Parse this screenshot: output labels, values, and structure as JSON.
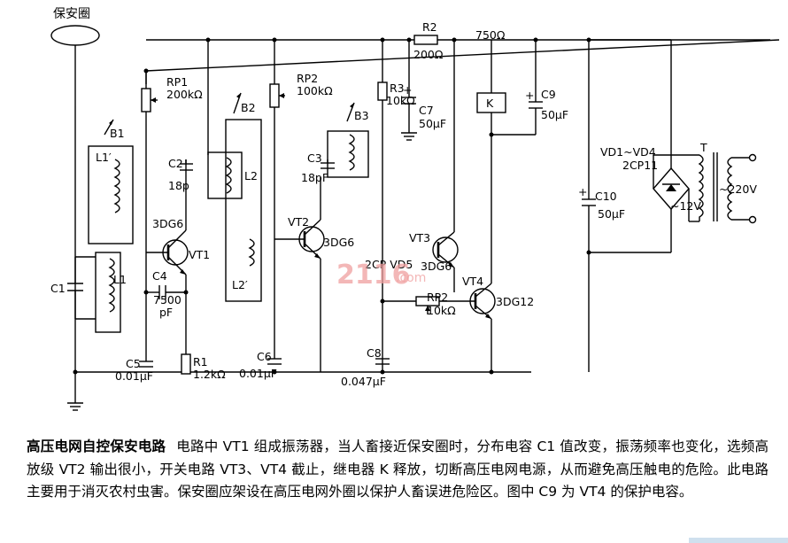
{
  "labels": {
    "guard_ring": "保安圈",
    "rp1": "RP1",
    "rp1_val": "200kΩ",
    "b1": "B1",
    "l1p": "L1′",
    "b2": "B2",
    "c2": "C2",
    "c2_val": "18p",
    "l2": "L2",
    "l2p": "L2′",
    "rp2": "RP2",
    "rp2_val": "100kΩ",
    "b3": "B3",
    "c3": "C3",
    "c3_val": "18pF",
    "vt1_type": "3DG6",
    "vt1": "VT1",
    "c1": "C1",
    "l1": "L1",
    "c4": "C4",
    "c4_val1": "7500",
    "c4_val2": "pF",
    "vt2": "VT2",
    "vt2_type": "3DG6",
    "r2": "R2",
    "r2_val": "200Ω",
    "r3": "R3",
    "r3_val": "10kΩ",
    "c7": "C7",
    "c7_val": "50μF",
    "relay_res": "750Ω",
    "k": "K",
    "c9": "C9",
    "c9_val": "50μF",
    "c9_plus": "+",
    "c7_plus": "+",
    "vd": "VD1~VD4",
    "vd_type": "2CP11",
    "t": "T",
    "v220": "~220V",
    "v12": "~12V",
    "c10": "C10",
    "c10_val": "50μF",
    "c10_plus": "+",
    "vt3": "VT3",
    "vt3_type": "3DG6",
    "vd5": "2CP VD5",
    "rp2b": "RP2",
    "rp2b_val": "10kΩ",
    "vt4": "VT4",
    "vt4_type": "3DG12",
    "c5": "C5",
    "c5_val": "0.01μF",
    "r1": "R1",
    "r1_val": "1.2kΩ",
    "c6": "C6",
    "c6_val": "0.01μF",
    "c8": "C8",
    "c8_val": "0.047μF",
    "watermark": "2116",
    "watermark_sub": ".com"
  },
  "caption": {
    "title": "高压电网自控保安电路",
    "body": "电路中 VT1 组成振荡器，当人畜接近保安圈时，分布电容 C1 值改变，振荡频率也变化，选频高放级 VT2 输出很小，开关电路 VT3、VT4 截止，继电器 K 释放，切断高压电网电源，从而避免高压触电的危险。此电路主要用于消灭农村虫害。保安圈应架设在高压电网外圈以保护人畜误进危险区。图中 C9 为 VT4 的保护电容。"
  }
}
